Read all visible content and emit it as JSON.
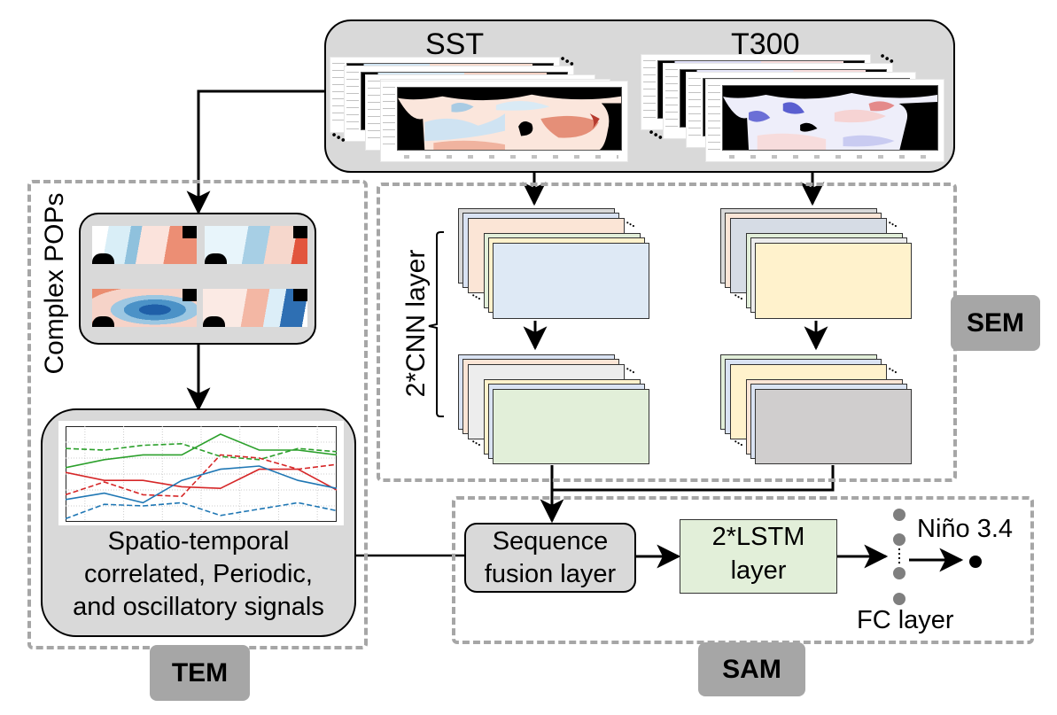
{
  "input_panel": {
    "sst_label": "SST",
    "t300_label": "T300"
  },
  "tem": {
    "side_label": "Complex POPs",
    "signals_text_line1": "Spatio-temporal",
    "signals_text_line2": "correlated, Periodic,",
    "signals_text_line3": "and oscillatory signals",
    "badge": "TEM"
  },
  "sem": {
    "side_label": "2*CNN layer",
    "badge": "SEM"
  },
  "sam": {
    "fusion_line1": "Sequence",
    "fusion_line2": "fusion layer",
    "lstm_line1": "2*LSTM",
    "lstm_line2": "layer",
    "output_label": "Niño 3.4",
    "fc_label": "FC layer",
    "badge": "SAM"
  },
  "colors": {
    "panel_gray": "#d9d9d9",
    "dash_gray": "#a6a6a6",
    "badge_gray": "#a6a6a6",
    "lstm_green": "#e2efd9",
    "fc_node": "#7f7f7f",
    "series_green": "#2ca02c",
    "series_red": "#d62728",
    "series_blue": "#1f77b4"
  },
  "chart_data": {
    "type": "line",
    "title": "",
    "xlabel": "",
    "ylabel": "",
    "x": [
      0,
      1,
      2,
      3,
      4,
      5,
      6,
      7
    ],
    "xlim": [
      0,
      7
    ],
    "ylim": [
      0,
      6
    ],
    "grid": true,
    "legend": "none",
    "series": [
      {
        "name": "green-solid",
        "color": "#2ca02c",
        "dash": false,
        "values": [
          3.4,
          3.9,
          4.2,
          4.2,
          5.5,
          4.5,
          4.5,
          4.2
        ]
      },
      {
        "name": "green-dashed",
        "color": "#2ca02c",
        "dash": true,
        "values": [
          4.6,
          4.5,
          4.8,
          4.9,
          4.1,
          3.9,
          4.6,
          4.4
        ]
      },
      {
        "name": "red-solid",
        "color": "#d62728",
        "dash": false,
        "values": [
          3.1,
          2.6,
          2.6,
          2.2,
          2.1,
          3.3,
          3.3,
          2.0
        ]
      },
      {
        "name": "red-dashed",
        "color": "#d62728",
        "dash": true,
        "values": [
          1.7,
          2.5,
          1.7,
          1.6,
          4.2,
          4.0,
          3.3,
          3.6
        ]
      },
      {
        "name": "blue-solid",
        "color": "#1f77b4",
        "dash": false,
        "values": [
          1.4,
          1.8,
          1.2,
          2.6,
          3.3,
          3.5,
          2.6,
          2.1
        ]
      },
      {
        "name": "blue-dashed",
        "color": "#1f77b4",
        "dash": true,
        "values": [
          0.2,
          1.1,
          1.0,
          1.2,
          0.4,
          0.8,
          1.2,
          0.7
        ]
      }
    ]
  }
}
